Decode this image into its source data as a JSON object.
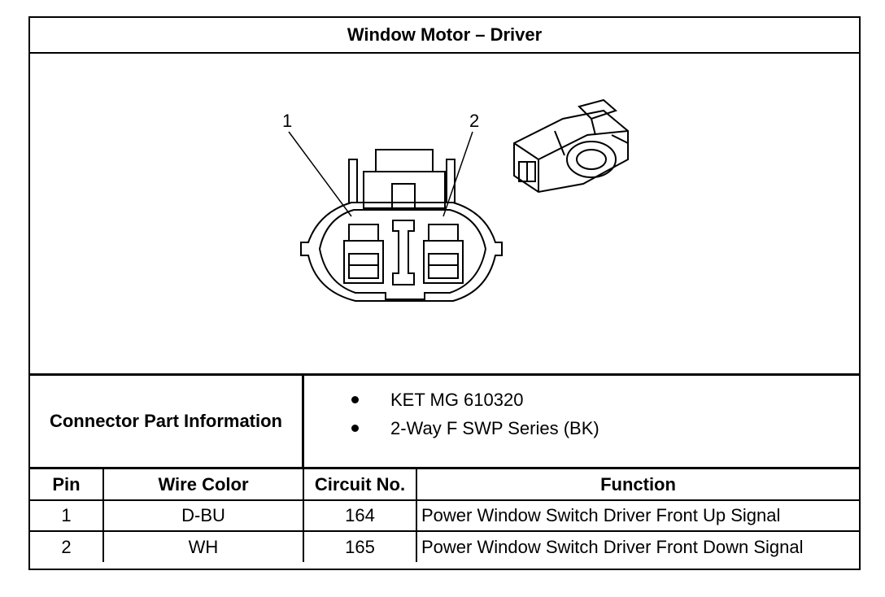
{
  "title": "Window Motor – Driver",
  "diagram": {
    "pin_labels": [
      "1",
      "2"
    ],
    "icon": "connector-face-icon",
    "photo_icon": "connector-3d-icon"
  },
  "connector_info": {
    "label": "Connector Part Information",
    "items": [
      "KET MG 610320",
      "2-Way F SWP Series (BK)"
    ]
  },
  "table": {
    "headers": [
      "Pin",
      "Wire Color",
      "Circuit No.",
      "Function"
    ],
    "rows": [
      {
        "pin": "1",
        "wire_color": "D-BU",
        "circuit": "164",
        "function": "Power Window Switch Driver Front Up Signal"
      },
      {
        "pin": "2",
        "wire_color": "WH",
        "circuit": "165",
        "function": "Power Window Switch Driver Front Down Signal"
      }
    ]
  }
}
